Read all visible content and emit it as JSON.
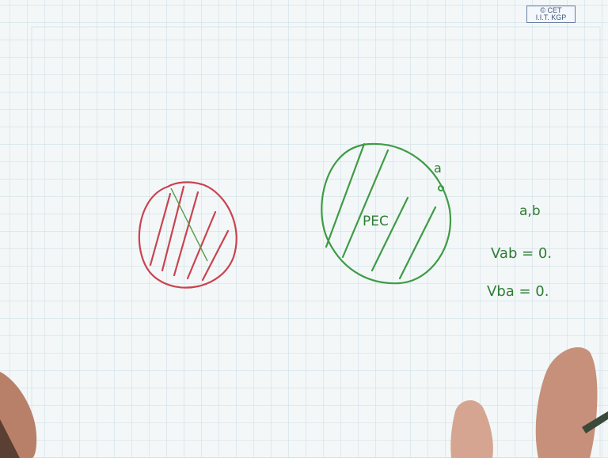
{
  "watermark": {
    "line1": "© CET",
    "line2": "I.I.T. KGP"
  },
  "whiteboard": {
    "conductor_label": "PEC",
    "point_label": "a",
    "points_label": "a,b",
    "equation_1": "Vab = 0.",
    "equation_2": "Vba = 0."
  },
  "colors": {
    "red_ink": "#c9434f",
    "green_ink": "#3f9b45",
    "grid": "#c9dbe3",
    "paper": "#f3f7f8"
  }
}
